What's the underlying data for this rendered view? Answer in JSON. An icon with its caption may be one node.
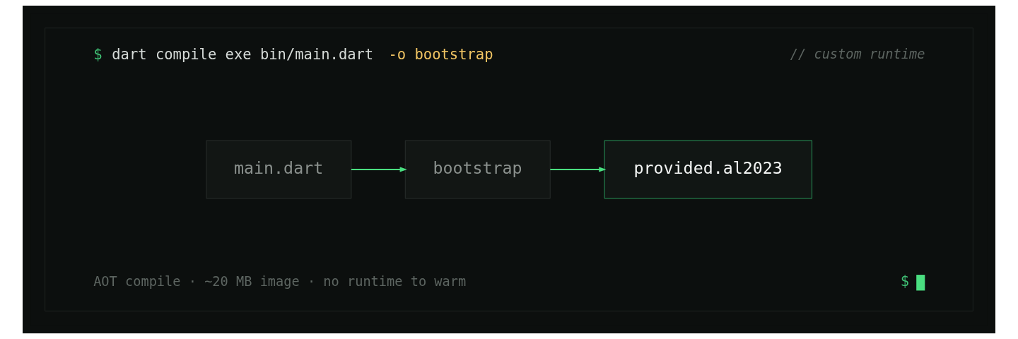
{
  "diagram": {
    "nodes": [
      {
        "text": [],
        "shape": "box"
      },
      {
        "text": [
          "main.dart"
        ],
        "in": 0
      },
      {
        "text": [
          "bootstrap"
        ],
        "in": 0
      },
      {
        "text": [
          "provided.al2023"
        ],
        "in": 0
      }
    ],
    "edges": [
      {
        "from": 1,
        "to": 2,
        "arrow": "to"
      },
      {
        "from": 2,
        "to": 3,
        "arrow": "to"
      }
    ],
    "labels": [
      "$",
      "dart compile exe bin/main.dart",
      "-o bootstrap",
      "// custom runtime",
      "AOT compile · ~20 MB image · no runtime to warm",
      "$"
    ]
  }
}
